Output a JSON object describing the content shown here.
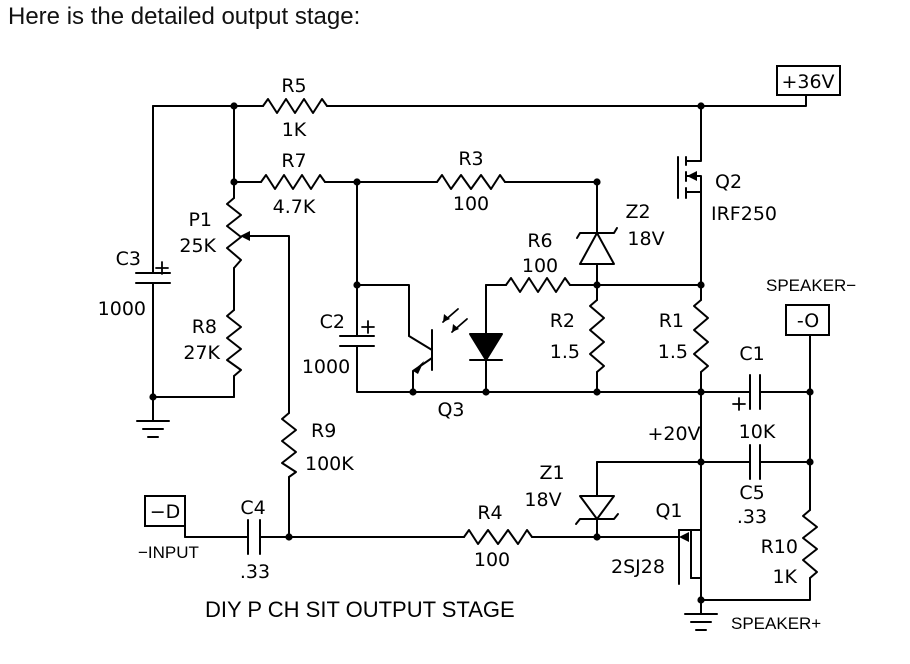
{
  "intro_text": "Here is the detailed output stage:",
  "title": "DIY P CH SIT OUTPUT STAGE",
  "terminals": {
    "supply": "+36V",
    "speaker_minus_box": "-O",
    "speaker_minus_label": "SPEAKER−",
    "speaker_plus_label": "SPEAKER+",
    "input_box": "−D",
    "input_label": "−INPUT",
    "rail_20v": "+20V"
  },
  "components": {
    "R5": {
      "ref": "R5",
      "value": "1K"
    },
    "R7": {
      "ref": "R7",
      "value": "4.7K"
    },
    "R3": {
      "ref": "R3",
      "value": "100"
    },
    "R6": {
      "ref": "R6",
      "value": "100"
    },
    "R2": {
      "ref": "R2",
      "value": "1.5"
    },
    "R1": {
      "ref": "R1",
      "value": "1.5"
    },
    "R8": {
      "ref": "R8",
      "value": "27K"
    },
    "R9": {
      "ref": "R9",
      "value": "100K"
    },
    "R4": {
      "ref": "R4",
      "value": "100"
    },
    "R10": {
      "ref": "R10",
      "value": "1K"
    },
    "P1": {
      "ref": "P1",
      "value": "25K"
    },
    "C1": {
      "ref": "C1",
      "value": "10K"
    },
    "C2": {
      "ref": "C2",
      "value": "1000"
    },
    "C3": {
      "ref": "C3",
      "value": "1000"
    },
    "C4": {
      "ref": "C4",
      "value": ".33"
    },
    "C5": {
      "ref": "C5",
      "value": ".33"
    },
    "Z1": {
      "ref": "Z1",
      "value": "18V"
    },
    "Z2": {
      "ref": "Z2",
      "value": "18V"
    },
    "Q1": {
      "ref": "Q1",
      "value": "2SJ28"
    },
    "Q2": {
      "ref": "Q2",
      "value": "IRF250"
    },
    "Q3": {
      "ref": "Q3"
    }
  }
}
